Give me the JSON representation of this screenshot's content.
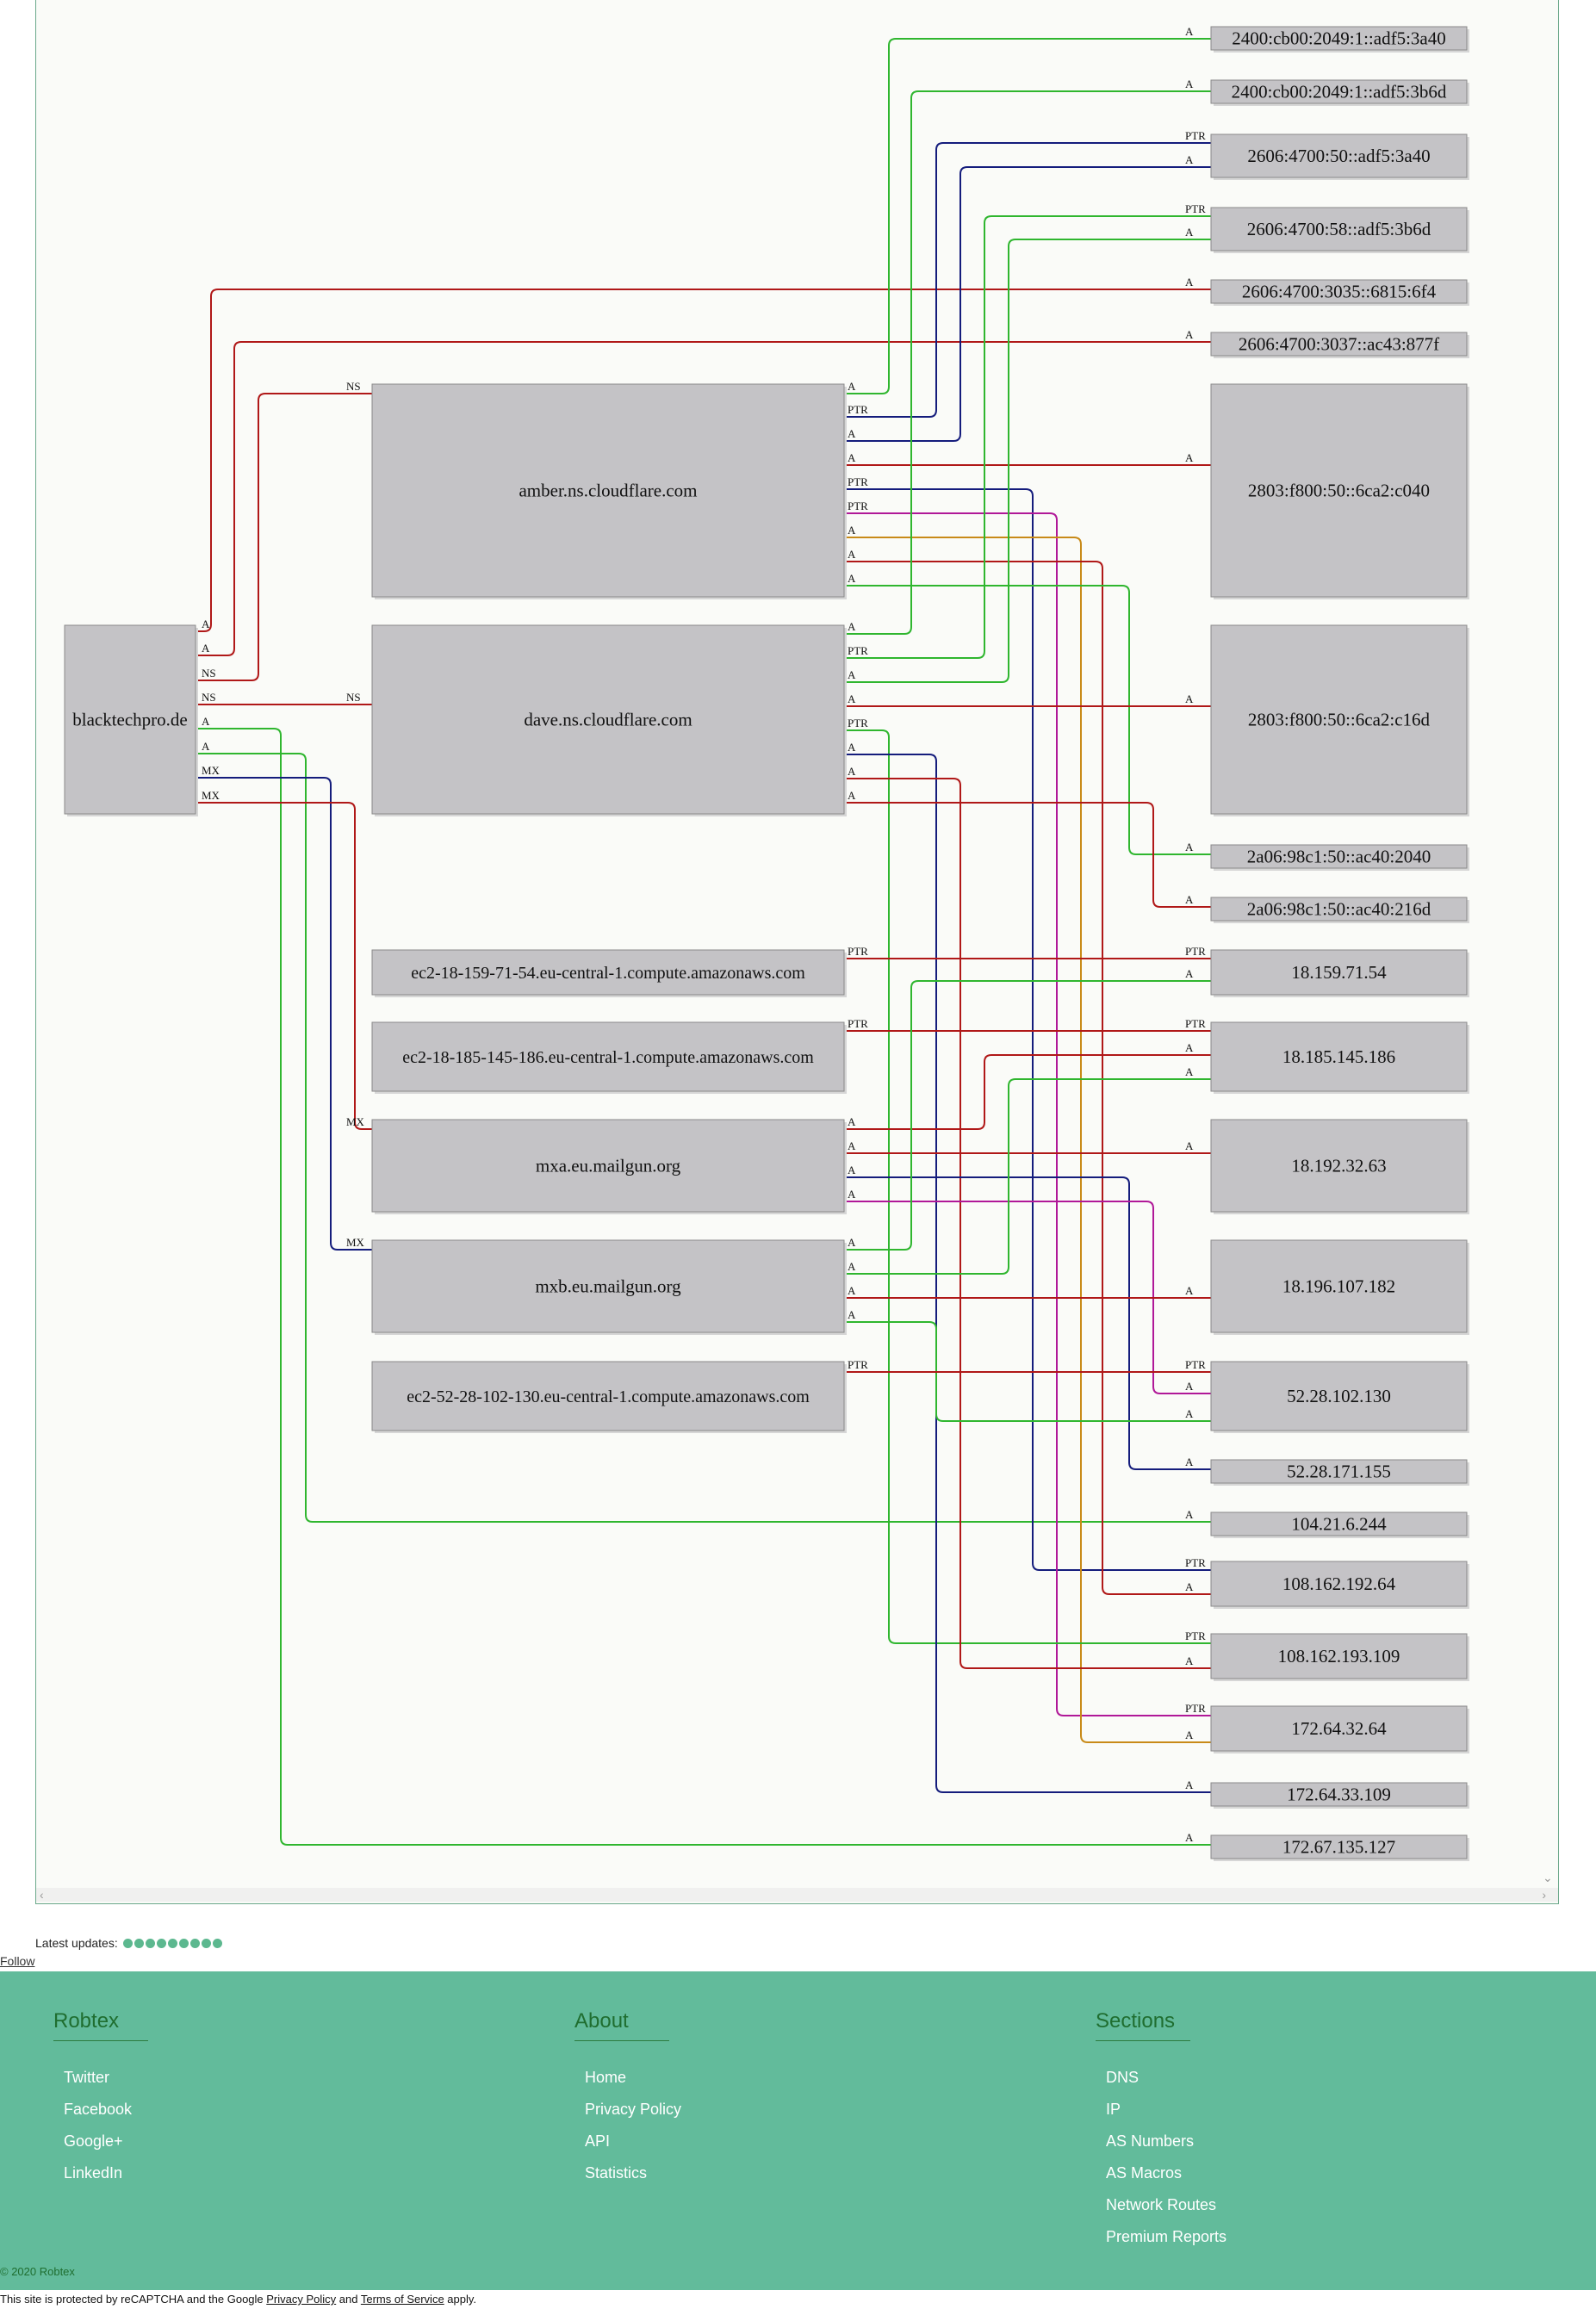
{
  "graph": {
    "colors": {
      "green": "#2fb62f",
      "red": "#b01818",
      "navy": "#141c7c",
      "magenta": "#b01898",
      "orange": "#c88a18"
    },
    "nodes": [
      {
        "id": "blacktechpro",
        "label": "blacktechpro.de"
      },
      {
        "id": "amber",
        "label": "amber.ns.cloudflare.com"
      },
      {
        "id": "dave",
        "label": "dave.ns.cloudflare.com"
      },
      {
        "id": "ec2a",
        "label": "ec2-18-159-71-54.eu-central-1.compute.amazonaws.com"
      },
      {
        "id": "ec2b",
        "label": "ec2-18-185-145-186.eu-central-1.compute.amazonaws.com"
      },
      {
        "id": "mxa",
        "label": "mxa.eu.mailgun.org"
      },
      {
        "id": "mxb",
        "label": "mxb.eu.mailgun.org"
      },
      {
        "id": "ec2c",
        "label": "ec2-52-28-102-130.eu-central-1.compute.amazonaws.com"
      },
      {
        "id": "ip1",
        "label": "2400:cb00:2049:1::adf5:3a40"
      },
      {
        "id": "ip2",
        "label": "2400:cb00:2049:1::adf5:3b6d"
      },
      {
        "id": "ip3",
        "label": "2606:4700:50::adf5:3a40"
      },
      {
        "id": "ip4",
        "label": "2606:4700:58::adf5:3b6d"
      },
      {
        "id": "ip5",
        "label": "2606:4700:3035::6815:6f4"
      },
      {
        "id": "ip6",
        "label": "2606:4700:3037::ac43:877f"
      },
      {
        "id": "ip7",
        "label": "2803:f800:50::6ca2:c040"
      },
      {
        "id": "ip8",
        "label": "2803:f800:50::6ca2:c16d"
      },
      {
        "id": "ip9",
        "label": "2a06:98c1:50::ac40:2040"
      },
      {
        "id": "ip10",
        "label": "2a06:98c1:50::ac40:216d"
      },
      {
        "id": "ip11",
        "label": "18.159.71.54"
      },
      {
        "id": "ip12",
        "label": "18.185.145.186"
      },
      {
        "id": "ip13",
        "label": "18.192.32.63"
      },
      {
        "id": "ip14",
        "label": "18.196.107.182"
      },
      {
        "id": "ip15",
        "label": "52.28.102.130"
      },
      {
        "id": "ip16",
        "label": "52.28.171.155"
      },
      {
        "id": "ip17",
        "label": "104.21.6.244"
      },
      {
        "id": "ip18",
        "label": "108.162.192.64"
      },
      {
        "id": "ip19",
        "label": "108.162.193.109"
      },
      {
        "id": "ip20",
        "label": "172.64.32.64"
      },
      {
        "id": "ip21",
        "label": "172.64.33.109"
      },
      {
        "id": "ip22",
        "label": "172.67.135.127"
      }
    ],
    "edges": [
      {
        "from": "blacktechpro",
        "to": "ip5",
        "type": "A",
        "color": "red"
      },
      {
        "from": "blacktechpro",
        "to": "ip6",
        "type": "A",
        "color": "red"
      },
      {
        "from": "blacktechpro",
        "to": "amber",
        "type": "NS",
        "color": "red"
      },
      {
        "from": "blacktechpro",
        "to": "dave",
        "type": "NS",
        "color": "red"
      },
      {
        "from": "blacktechpro",
        "to": "ip22",
        "type": "A",
        "color": "green"
      },
      {
        "from": "blacktechpro",
        "to": "ip17",
        "type": "A",
        "color": "green"
      },
      {
        "from": "blacktechpro",
        "to": "mxb",
        "type": "MX",
        "color": "navy"
      },
      {
        "from": "blacktechpro",
        "to": "mxa",
        "type": "MX",
        "color": "red"
      },
      {
        "from": "amber",
        "to": "ip1",
        "type": "A",
        "color": "green"
      },
      {
        "from": "amber",
        "to": "ip3",
        "type": "PTR",
        "color": "navy"
      },
      {
        "from": "amber",
        "to": "ip3",
        "type": "A",
        "color": "navy"
      },
      {
        "from": "amber",
        "to": "ip7",
        "type": "A",
        "color": "red"
      },
      {
        "from": "amber",
        "to": "ip18",
        "type": "PTR",
        "color": "navy"
      },
      {
        "from": "amber",
        "to": "ip20",
        "type": "PTR",
        "color": "magenta"
      },
      {
        "from": "amber",
        "to": "ip20",
        "type": "A",
        "color": "orange"
      },
      {
        "from": "amber",
        "to": "ip18",
        "type": "A",
        "color": "red"
      },
      {
        "from": "amber",
        "to": "ip9",
        "type": "A",
        "color": "green"
      },
      {
        "from": "dave",
        "to": "ip2",
        "type": "A",
        "color": "green"
      },
      {
        "from": "dave",
        "to": "ip4",
        "type": "PTR",
        "color": "green"
      },
      {
        "from": "dave",
        "to": "ip4",
        "type": "A",
        "color": "green"
      },
      {
        "from": "dave",
        "to": "ip8",
        "type": "A",
        "color": "red"
      },
      {
        "from": "dave",
        "to": "ip19",
        "type": "PTR",
        "color": "green"
      },
      {
        "from": "dave",
        "to": "ip21",
        "type": "A",
        "color": "navy"
      },
      {
        "from": "dave",
        "to": "ip19",
        "type": "A",
        "color": "red"
      },
      {
        "from": "dave",
        "to": "ip10",
        "type": "A",
        "color": "red"
      },
      {
        "from": "ec2a",
        "to": "ip11",
        "type": "PTR",
        "color": "red"
      },
      {
        "from": "ec2b",
        "to": "ip12",
        "type": "PTR",
        "color": "red"
      },
      {
        "from": "mxa",
        "to": "ip12",
        "type": "A",
        "color": "red"
      },
      {
        "from": "mxa",
        "to": "ip13",
        "type": "A",
        "color": "red"
      },
      {
        "from": "mxa",
        "to": "ip16",
        "type": "A",
        "color": "navy"
      },
      {
        "from": "mxa",
        "to": "ip15",
        "type": "A",
        "color": "magenta"
      },
      {
        "from": "mxb",
        "to": "ip11",
        "type": "A",
        "color": "green"
      },
      {
        "from": "mxb",
        "to": "ip12",
        "type": "A",
        "color": "green"
      },
      {
        "from": "mxb",
        "to": "ip14",
        "type": "A",
        "color": "red"
      },
      {
        "from": "mxb",
        "to": "ip15",
        "type": "A",
        "color": "green"
      },
      {
        "from": "ec2c",
        "to": "ip15",
        "type": "PTR",
        "color": "red"
      }
    ]
  },
  "updates": {
    "label": "Latest updates:",
    "count": 9
  },
  "follow_label": "Follow",
  "footer": {
    "columns": [
      {
        "title": "Robtex",
        "items": [
          "Twitter",
          "Facebook",
          "Google+",
          "LinkedIn"
        ]
      },
      {
        "title": "About",
        "items": [
          "Home",
          "Privacy Policy",
          "API",
          "Statistics"
        ]
      },
      {
        "title": "Sections",
        "items": [
          "DNS",
          "IP",
          "AS Numbers",
          "AS Macros",
          "Network Routes",
          "Premium Reports"
        ]
      }
    ],
    "copyright": "© 2020 Robtex"
  },
  "recaptcha": {
    "prefix": "This site is protected by reCAPTCHA and the Google ",
    "privacy": "Privacy Policy",
    "and": " and ",
    "terms": "Terms of Service",
    "suffix": " apply."
  }
}
